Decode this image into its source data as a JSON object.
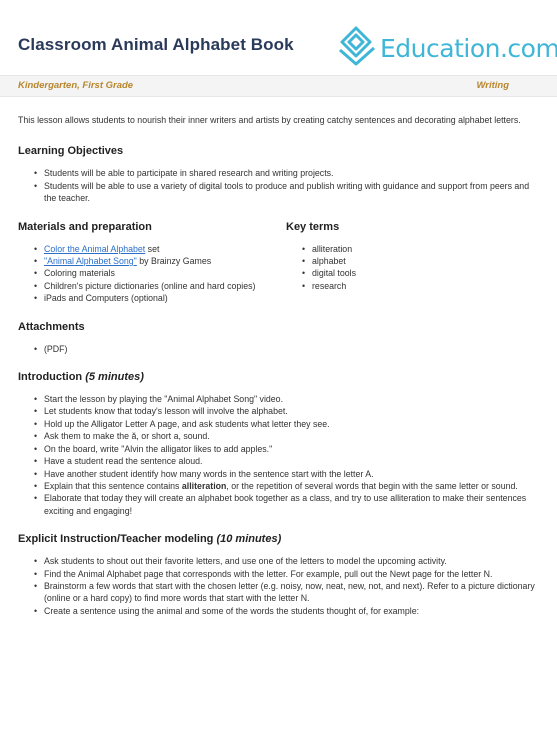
{
  "header": {
    "title": "Classroom Animal Alphabet Book",
    "logo_text": "Education.com",
    "logo_color": "#3fb6d8"
  },
  "meta": {
    "grade": "Kindergarten, First Grade",
    "subject": "Writing"
  },
  "intro": "This lesson allows students to nourish their inner writers and artists by creating catchy sentences and decorating alphabet letters.",
  "objectives": {
    "heading": "Learning Objectives",
    "items": [
      "Students will be able to participate in shared research and writing projects.",
      "Students will be able to use a variety of digital tools to produce and publish writing with guidance and support from peers and the teacher."
    ]
  },
  "materials": {
    "heading": "Materials and preparation",
    "item1_link": "Color the Animal Alphabet",
    "item1_rest": " set",
    "item2_link": "\"Animal Alphabet Song\"",
    "item2_rest": " by Brainzy Games",
    "item3": "Coloring materials",
    "item4": "Children's picture dictionaries (online and hard copies)",
    "item5": "iPads and Computers (optional)"
  },
  "key_terms": {
    "heading": "Key terms",
    "items": [
      "alliteration",
      "alphabet",
      "digital tools",
      "research"
    ]
  },
  "attachments": {
    "heading": "Attachments",
    "items": [
      "(PDF)"
    ]
  },
  "introduction": {
    "heading": "Introduction",
    "duration": "(5 minutes)",
    "items": [
      "Start the lesson by playing the \"Animal Alphabet Song\" video.",
      "Let students know that today's lesson will involve the alphabet.",
      "Hold up the Alligator Letter A page, and ask students what letter they see.",
      "Ask them to make the ă, or short a, sound.",
      "On the board, write \"Alvin the alligator likes to add apples.\"",
      "Have a student read the sentence aloud.",
      "Have another student identify how many words in the sentence start with the letter A."
    ],
    "explain_pre": "Explain that this sentence contains ",
    "explain_bold": "alliteration",
    "explain_post": ", or the repetition of several words that begin with the same letter or sound.",
    "last_item": "Elaborate that today they will create an alphabet book together as a class, and try to use alliteration to make their sentences exciting and engaging!"
  },
  "instruction": {
    "heading": "Explicit Instruction/Teacher modeling",
    "duration": "(10 minutes)",
    "items": [
      "Ask students to shout out their favorite letters, and use one of the letters to model the upcoming activity.",
      "Find the Animal Alphabet page that corresponds with the letter. For example, pull out the Newt page for the letter N.",
      "Brainstorm a few words that start with the chosen letter (e.g. noisy, now, neat, new, not, and next). Refer to a picture dictionary (online or a hard copy) to find more words that start with the letter N.",
      "Create a sentence using the animal and some of the words the students thought of, for example:"
    ]
  }
}
